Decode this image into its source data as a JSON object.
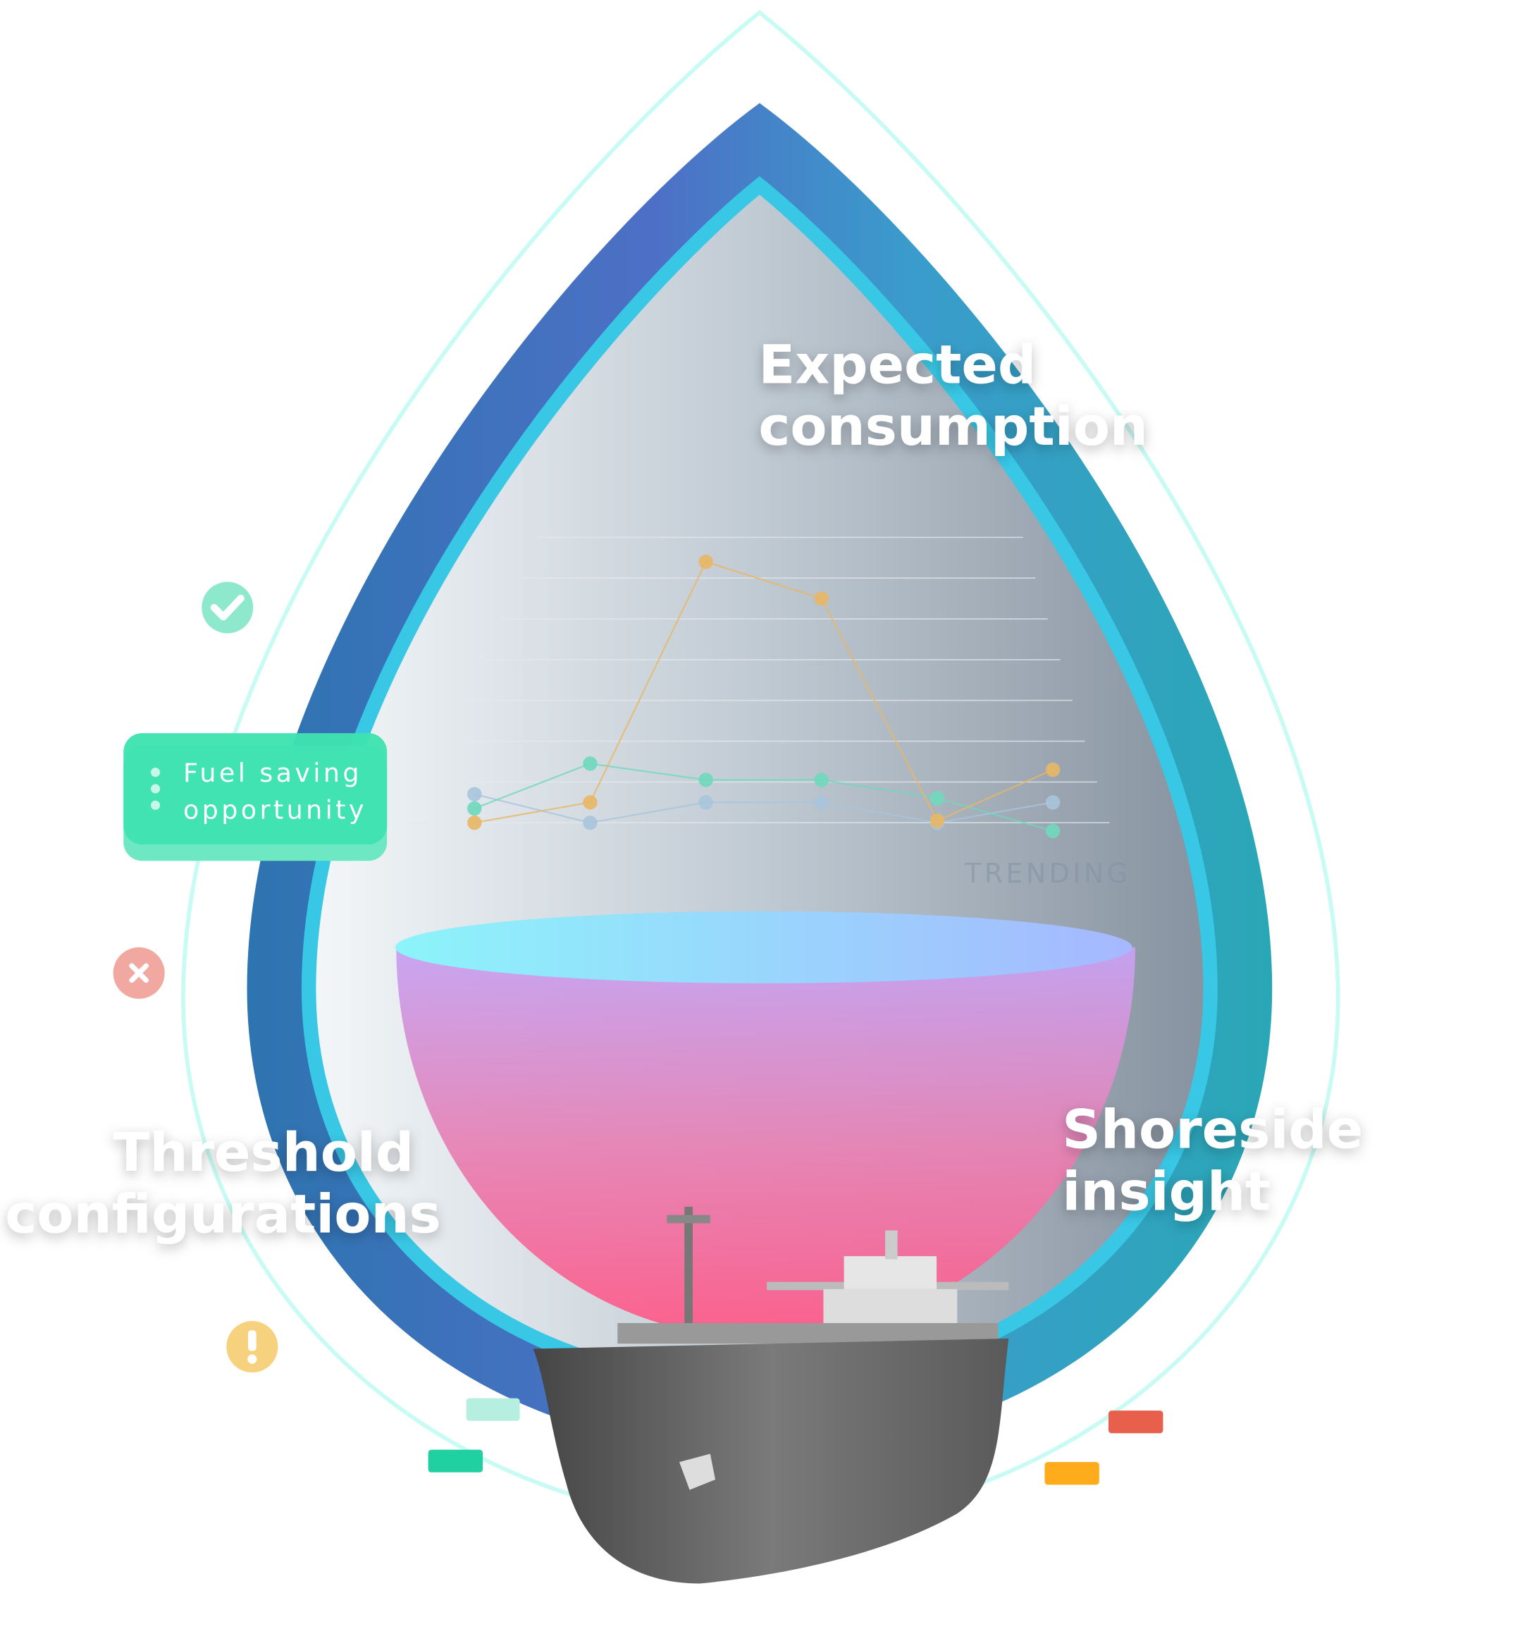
{
  "labels": {
    "expected": [
      "Expected",
      "consumption"
    ],
    "threshold": [
      "Threshold",
      "configurations"
    ],
    "shoreside": [
      "Shoreside",
      "insight"
    ]
  },
  "callout": {
    "line1": "Fuel saving",
    "line2": "opportunity"
  },
  "trending_label": "TRENDING",
  "icons": [
    "check-circle-icon",
    "x-circle-icon",
    "exclamation-circle-icon",
    "menu-dots-icon"
  ],
  "colors": {
    "outline": "#c8fbf4",
    "drop_left": "#4a6cc6",
    "drop_right": "#2aa7b6",
    "callout": "#3ee3b0",
    "check": "#8ee8cc",
    "cross": "#f0a8a0",
    "warn": "#f7d27e",
    "tag_mint": "#b6efe0",
    "tag_green": "#20d0a0",
    "tag_red": "#e8604c",
    "tag_orange": "#ffac1c"
  },
  "chart_data": {
    "type": "line",
    "title": "",
    "xlabel": "",
    "ylabel": "",
    "ylim": [
      0,
      7
    ],
    "grid": true,
    "x": [
      1,
      2,
      3,
      4,
      5,
      6
    ],
    "series": [
      {
        "name": "orange",
        "color": "#e8b765",
        "values": [
          0,
          0.5,
          6.4,
          5.5,
          0.05,
          1.3
        ]
      },
      {
        "name": "green",
        "color": "#6fd8bd",
        "values": [
          0.35,
          1.45,
          1.05,
          1.05,
          0.6,
          -0.2
        ]
      },
      {
        "name": "blue",
        "color": "#a9c4dc",
        "values": [
          0.7,
          0,
          0.5,
          0.5,
          0,
          0.5
        ]
      }
    ]
  }
}
